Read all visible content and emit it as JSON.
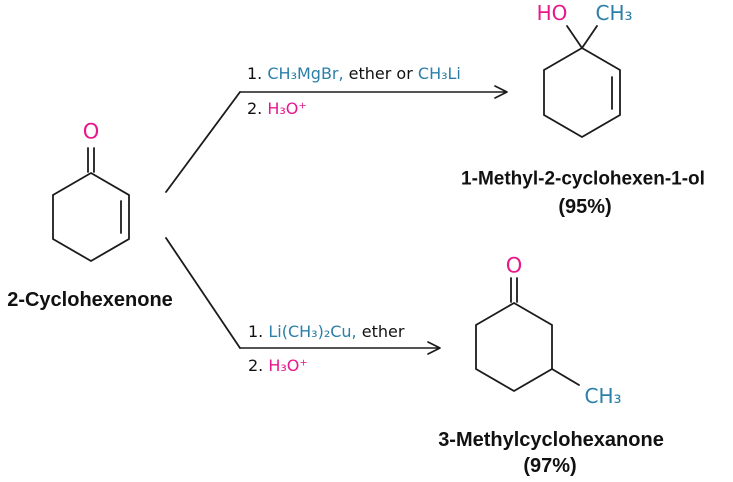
{
  "colors": {
    "magenta": "#e7188c",
    "teal": "#2b7fa8",
    "line": "#1b1b1b",
    "text": "#111111"
  },
  "start_material": {
    "carbonyl_o": "O",
    "label": "2-Cyclohexenone"
  },
  "top_reaction": {
    "step1_prefix": "1. ",
    "step1_reagent1": "CH₃MgBr,",
    "step1_middle": " ether or ",
    "step1_reagent2": "CH₃Li",
    "step2_prefix": "2. ",
    "step2_reagent": "H₃O⁺"
  },
  "bottom_reaction": {
    "step1_prefix": "1. ",
    "step1_reagent1": "Li(CH₃)₂Cu,",
    "step1_middle": " ether",
    "step2_prefix": "2. ",
    "step2_reagent": "H₃O⁺"
  },
  "product_top": {
    "oh_label": "HO",
    "ch3_label": "CH₃",
    "name": "1-Methyl-2-cyclohexen-1-ol",
    "yield": "(95%)"
  },
  "product_bottom": {
    "o_label": "O",
    "ch3_label": "CH₃",
    "name": "3-Methylcyclohexanone",
    "yield": "(97%)"
  }
}
